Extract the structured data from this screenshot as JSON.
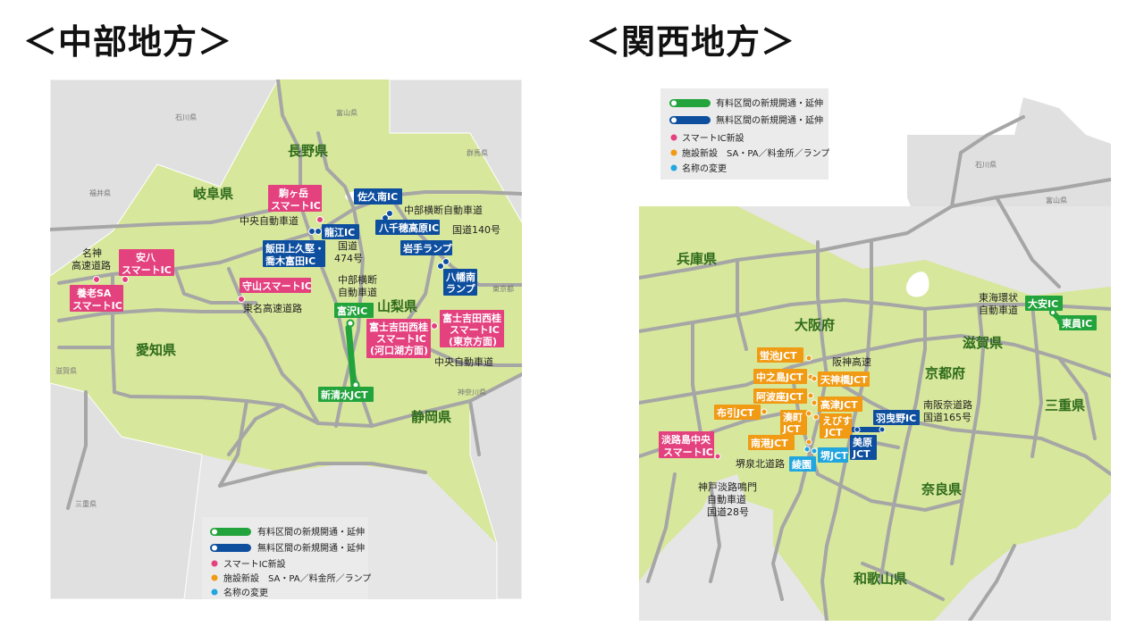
{
  "titles": {
    "chubu": "＜中部地方＞",
    "kansai": "＜関西地方＞"
  },
  "colors": {
    "land": "#d7e79b",
    "sea": "#e6e6e6",
    "road": "#a6a6a6",
    "toll_new": "#22a33c",
    "free_new": "#0d4f9e",
    "smart_ic": "#e4417f",
    "facility": "#f19a14",
    "rename": "#21a6df"
  },
  "legend": {
    "toll_new": "有料区間の新規開通・延伸",
    "free_new": "無料区間の新規開通・延伸",
    "smart_ic": "スマートIC新設",
    "facility": "施設新設　SA・PA／料金所／ランプ",
    "rename": "名称の変更"
  },
  "chubu": {
    "prefectures": {
      "nagano": "長野県",
      "gifu": "岐阜県",
      "yamanashi": "山梨県",
      "aichi": "愛知県",
      "shizuoka": "静岡県"
    },
    "gray_prefectures": {
      "ishikawa": "石川県",
      "toyama": "富山県",
      "gunma": "群馬県",
      "fukui": "福井県",
      "tokyo": "東京都",
      "kanagawa": "神奈川県",
      "shiga": "滋賀県",
      "mie": "三重県"
    },
    "road_labels": {
      "chuo_expressway": "中央自動車道",
      "chubu_odan": "中部横断自動車道",
      "route140": "国道140号",
      "meishin": "名神\n高速道路",
      "route474": "国道\n474号",
      "chubu_odan2": "中部横断\n自動車道",
      "tomei": "東名高速道路",
      "chuo_expressway2": "中央自動車道"
    },
    "markers": {
      "komagatake": "駒ヶ岳\nスマートIC",
      "yasuhachi": "安八\nスマートIC",
      "yoro": "養老SA\nスマートIC",
      "moriyama": "守山スマートIC",
      "fujiyoshida_kawaguchiko": "富士吉田西桂\nスマートIC\n(河口湖方面)",
      "fujiyoshida_tokyo": "富士吉田西桂\nスマートIC\n(東京方面)",
      "sakuminami": "佐久南IC",
      "yachiho": "八千穂高原IC",
      "iwate": "岩手ランプ",
      "yawataminami": "八幡南\nランプ",
      "tatsue": "龍江IC",
      "iida": "飯田上久堅・\n喬木富田IC",
      "tomizawa": "富沢IC",
      "shinshimizu": "新清水JCT"
    }
  },
  "kansai": {
    "prefectures": {
      "hyogo": "兵庫県",
      "osaka": "大阪府",
      "shiga": "滋賀県",
      "kyoto": "京都府",
      "mie": "三重県",
      "nara": "奈良県",
      "wakayama": "和歌山県"
    },
    "gray_prefectures": {
      "ishikawa": "石川県",
      "toyama": "富山県"
    },
    "road_labels": {
      "higashikaikan": "東海環状\n自動車道",
      "hanshin": "阪神高速",
      "nanhan": "南阪奈道路\n国道165号",
      "sakaisenboku": "堺泉北道路",
      "kobe_awaji": "神戸淡路鳴門\n自動車道\n国道28号"
    },
    "markers": {
      "daian": "大安IC",
      "higashiin": "東員IC",
      "hotaruike": "蛍池JCT",
      "nakanoshima": "中之島JCT",
      "tenjinbashi": "天神橋JCT",
      "ajigawa": "阿波座JCT",
      "takatsu": "高津JCT",
      "nunobiki": "布引JCT",
      "minatomachi": "湊町\nJCT",
      "ebisu": "えびす\nJCT",
      "habikino": "羽曳野IC",
      "minamiko": "南港JCT",
      "mihara": "美原\nJCT",
      "sakai": "堺JCT",
      "ayazono": "綾園",
      "awajishima": "淡路島中央\nスマートIC"
    }
  }
}
